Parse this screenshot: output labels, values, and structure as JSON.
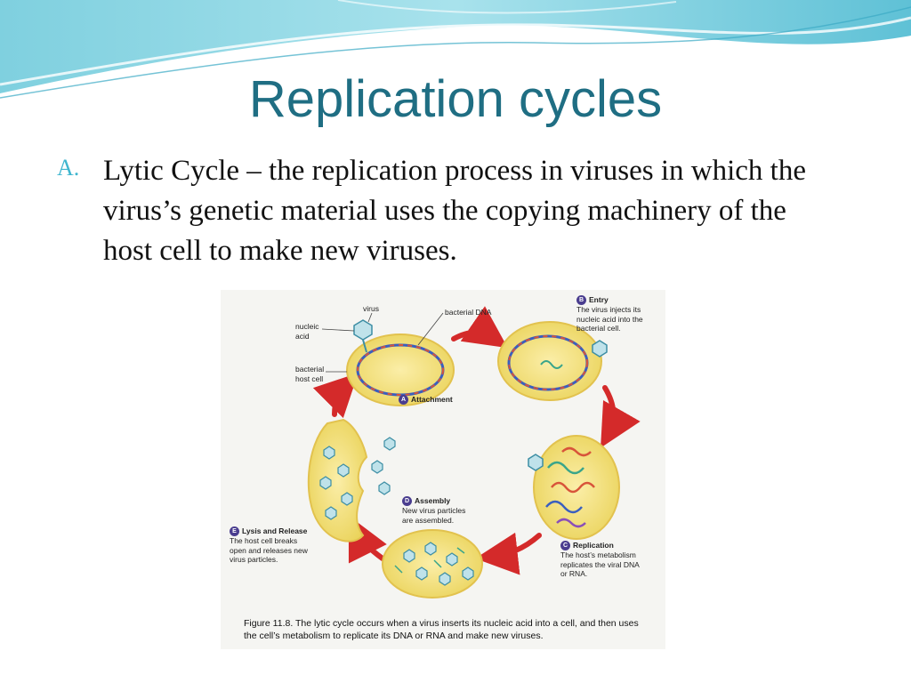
{
  "slide": {
    "title": "Replication cycles",
    "bullet_marker": "A.",
    "bullet_text": "Lytic Cycle – the replication process in viruses in which the virus’s genetic material uses the copying machinery of the host cell to make new viruses."
  },
  "figure": {
    "labels": {
      "virus": "virus",
      "bacterial_dna": "bacterial DNA",
      "nucleic_acid": "nucleic acid",
      "bacterial_host_cell": "bacterial host cell"
    },
    "steps": {
      "a": {
        "badge": "A",
        "name": "Attachment",
        "desc": ""
      },
      "b": {
        "badge": "B",
        "name": "Entry",
        "desc": "The virus injects its nucleic acid into the bacterial cell."
      },
      "c": {
        "badge": "C",
        "name": "Replication",
        "desc": "The host’s metabolism replicates the viral DNA or RNA."
      },
      "d": {
        "badge": "D",
        "name": "Assembly",
        "desc": "New virus particles are assembled."
      },
      "e": {
        "badge": "E",
        "name": "Lysis and Release",
        "desc": "The host cell breaks open and releases new virus particles."
      }
    },
    "caption": "Figure 11.8.  The lytic cycle occurs when a virus inserts its nucleic acid into a cell, and then uses the cell’s metabolism to replicate its DNA or RNA and make new viruses."
  },
  "colors": {
    "title": "#1f6e83",
    "bullet_marker": "#3fb6cf",
    "cell_fill": "#f6e07a",
    "arrow": "#d42a2a",
    "badge": "#4a3d8f"
  }
}
